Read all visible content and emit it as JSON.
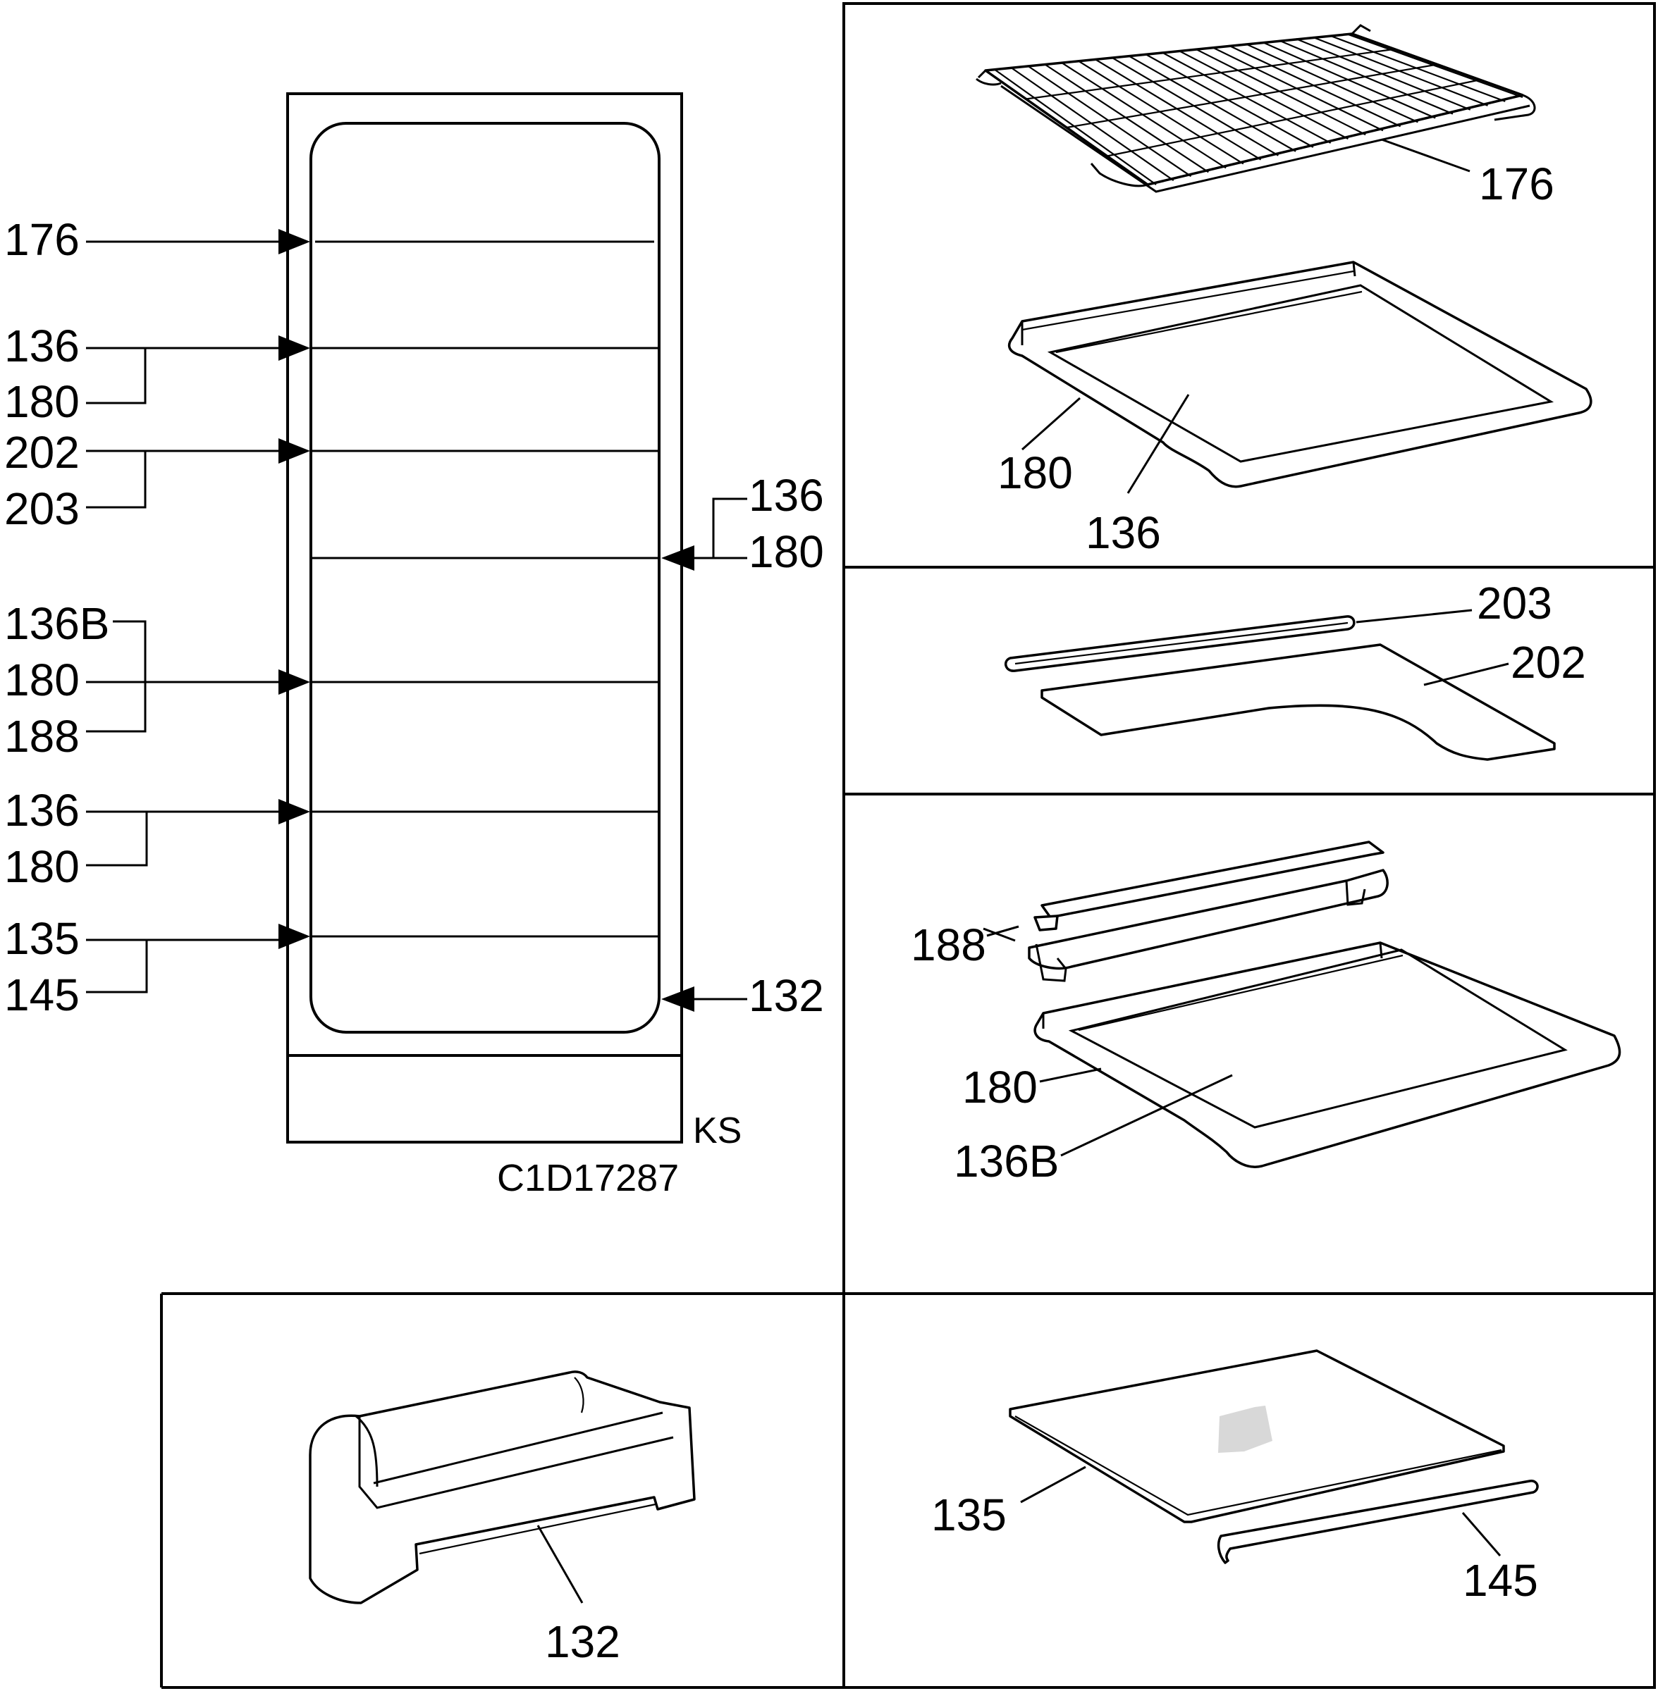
{
  "drawing_code": "C1D17287",
  "variant_code": "KS",
  "overview_callouts": {
    "left": [
      {
        "id": "L1",
        "labels": [
          "176"
        ]
      },
      {
        "id": "L2",
        "labels": [
          "136",
          "180"
        ]
      },
      {
        "id": "L3",
        "labels": [
          "202",
          "203"
        ]
      },
      {
        "id": "L4",
        "labels": [
          "136B",
          "180",
          "188"
        ]
      },
      {
        "id": "L5",
        "labels": [
          "136",
          "180"
        ]
      },
      {
        "id": "L6",
        "labels": [
          "135",
          "145"
        ]
      }
    ],
    "right": [
      {
        "id": "R1",
        "labels": [
          "136",
          "180"
        ]
      },
      {
        "id": "R2",
        "labels": [
          "132"
        ]
      }
    ]
  },
  "detail_panels": {
    "wire_shelf": {
      "labels": [
        "176"
      ]
    },
    "glass_shelf": {
      "labels": [
        "180",
        "136"
      ]
    },
    "half_shelf": {
      "labels": [
        "203",
        "202"
      ]
    },
    "shelf_with_trim": {
      "labels": [
        "188",
        "180",
        "136B"
      ]
    },
    "drawer": {
      "labels": [
        "132"
      ]
    },
    "glass_plate": {
      "labels": [
        "135",
        "145"
      ]
    }
  }
}
